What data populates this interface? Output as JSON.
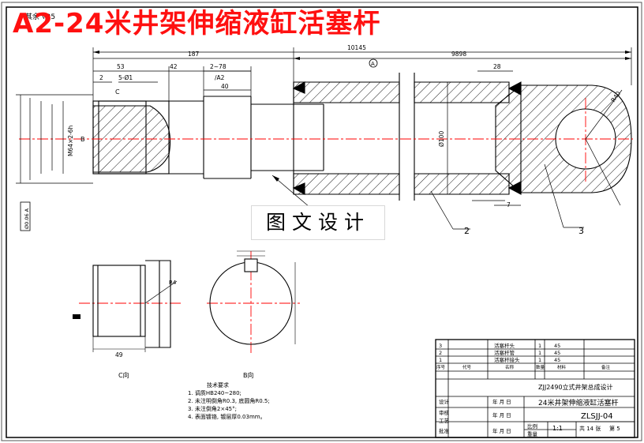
{
  "banner": {
    "title": "A2-24米井架伸缩液缸活塞杆"
  },
  "watermark": {
    "text": "图文设计"
  },
  "top_left": {
    "roughness": "其余 √25"
  },
  "dimensions": {
    "overall": "10145",
    "d187": "187",
    "d9898": "9898",
    "d53": "53",
    "d42": "42",
    "d2_78": "2~78",
    "d2": "2",
    "d5_05": "5-Ø1",
    "d40": "40",
    "d28": "28",
    "d100": "Ø100",
    "d7": "7",
    "d49": "49",
    "r40": "R40",
    "thread": "M64×2-6h",
    "slash_a2": "/A2",
    "r4": "R4"
  },
  "labels": {
    "view_c": "C向",
    "view_b": "B向",
    "c": "C",
    "b": "B",
    "datum_a": "A",
    "part_2": "2",
    "part_3": "3"
  },
  "tolerance": {
    "frame": "Ø0.06 A"
  },
  "tech": {
    "title": "技术要求",
    "items": [
      "1. 调质HB240~280;",
      "2. 未注明倒角R0.3, 底圆角R0.5;",
      "3. 未注倒角2×45°;",
      "4. 表面镀铬, 镀层厚0.03mm。"
    ]
  },
  "title_block": {
    "parts": [
      {
        "no": "3",
        "name": "活塞杆头",
        "qty": "1",
        "mat": "45"
      },
      {
        "no": "2",
        "name": "活塞杆管",
        "qty": "1",
        "mat": "45"
      },
      {
        "no": "1",
        "name": "活塞杆接头",
        "qty": "1",
        "mat": "45"
      }
    ],
    "header": [
      "序号",
      "代号",
      "名称",
      "数量",
      "材料",
      "备注"
    ],
    "project": "ZJJ2490立式井架总成设计",
    "drawing_name": "24米井架伸缩液缸活塞杆",
    "drawing_no": "ZLSJJ-04",
    "scale_label": "比例",
    "scale": "1:1",
    "weight_label": "重量",
    "sheet": "共 14 张",
    "page": "第 5",
    "roles": [
      "设计",
      "审核",
      "工艺",
      "批准"
    ],
    "date_label": "年 月 日"
  }
}
